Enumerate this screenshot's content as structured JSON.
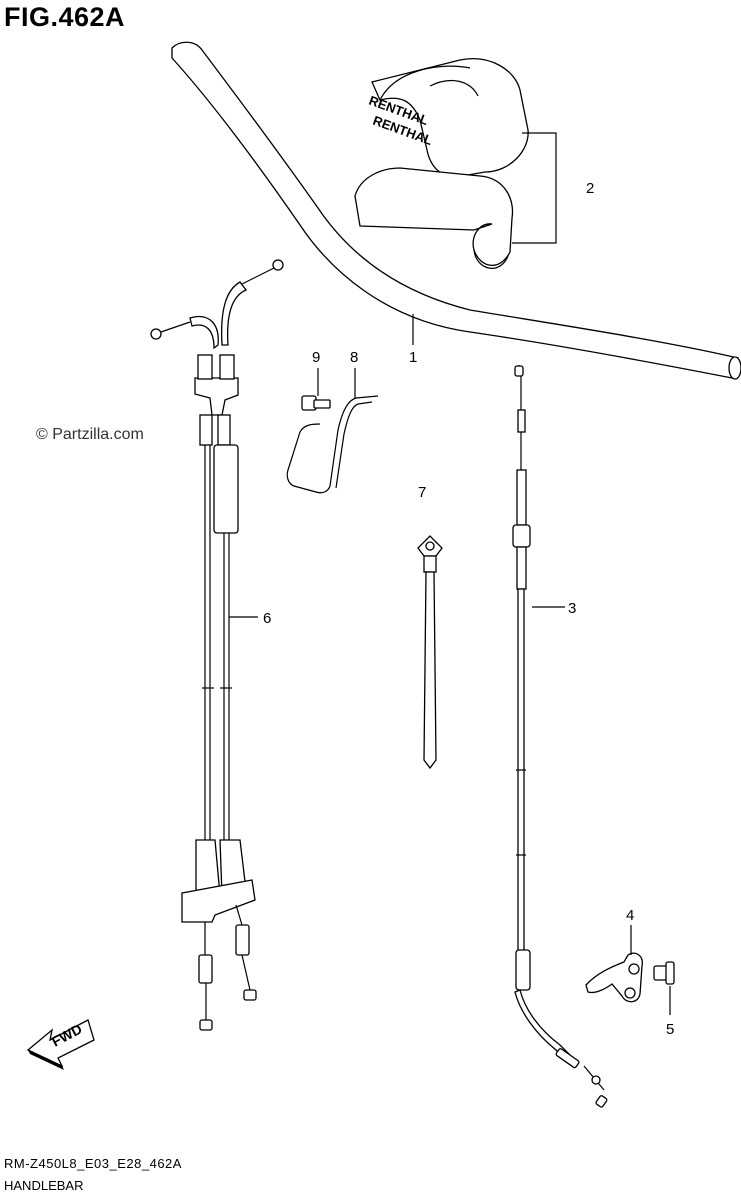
{
  "figure": {
    "title": "FIG.462A",
    "watermark": "© Partzilla.com",
    "footer_code": "RM-Z450L8_E03_E28_462A",
    "footer_name": "HANDLEBAR",
    "fwd_label": "FWD",
    "brand_text": "RENTHAL"
  },
  "callouts": [
    "1",
    "2",
    "3",
    "4",
    "5",
    "6",
    "7",
    "8",
    "9"
  ]
}
